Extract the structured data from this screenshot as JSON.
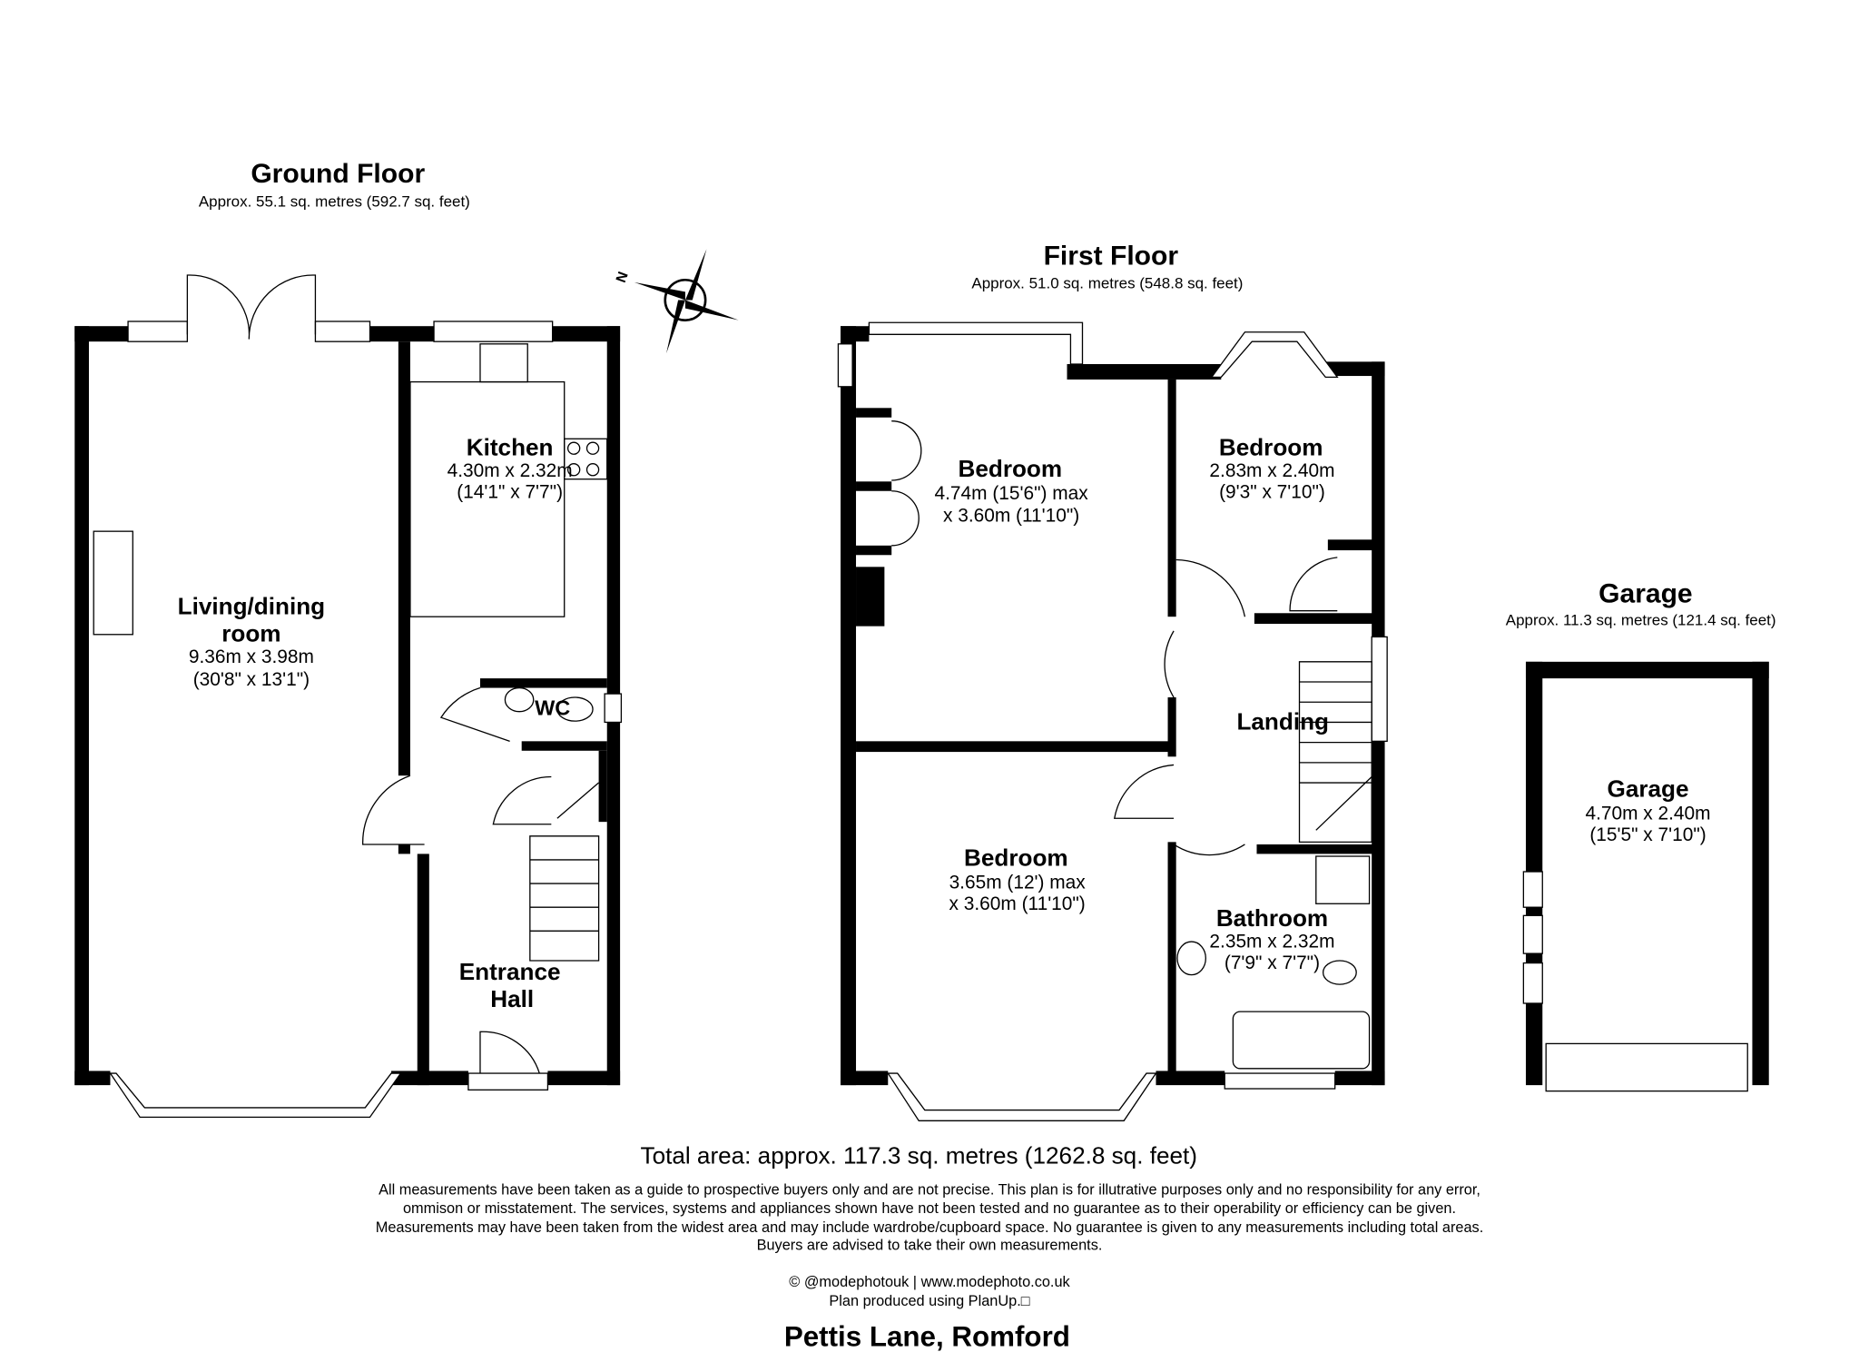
{
  "ground_floor": {
    "title": "Ground Floor",
    "area": "Approx. 55.1 sq. metres (592.7 sq. feet)",
    "rooms": [
      {
        "name": "Kitchen",
        "dim1": "4.30m x 2.32m",
        "dim2": "(14'1\" x 7'7\")"
      },
      {
        "name1": "Living/dining",
        "name2": "room",
        "dim1": "9.36m x 3.98m",
        "dim2": "(30'8\" x 13'1\")"
      },
      {
        "name": "WC"
      },
      {
        "name1": "Entrance",
        "name2": "Hall"
      }
    ]
  },
  "compass": {
    "label": "N",
    "icon": "compass-icon"
  },
  "first_floor": {
    "title": "First Floor",
    "area": "Approx. 51.0 sq. metres (548.8 sq. feet)",
    "rooms": [
      {
        "name": "Bedroom",
        "dim1": "4.74m (15'6\") max",
        "dim2": "x 3.60m (11'10\")"
      },
      {
        "name": "Bedroom",
        "dim1": "2.83m x 2.40m",
        "dim2": "(9'3\" x 7'10\")"
      },
      {
        "name": "Landing"
      },
      {
        "name": "Bedroom",
        "dim1": "3.65m (12') max",
        "dim2": "x 3.60m (11'10\")"
      },
      {
        "name": "Bathroom",
        "dim1": "2.35m x 2.32m",
        "dim2": "(7'9\" x 7'7\")"
      }
    ]
  },
  "garage": {
    "title": "Garage",
    "area": "Approx. 11.3 sq. metres (121.4 sq. feet)",
    "room": {
      "name": "Garage",
      "dim1": "4.70m x 2.40m",
      "dim2": "(15'5\" x 7'10\")"
    }
  },
  "footer": {
    "total": "Total area: approx. 117.3 sq. metres (1262.8 sq. feet)",
    "disclaimer": [
      "All measurements have been taken as a guide to prospective buyers only and are not precise. This plan is for illutrative purposes only and no responsibility for any error,",
      "ommison or misstatement. The services, systems and appliances shown have not been tested and no guarantee as to their operability or efficiency can be given.",
      "Measurements may have been taken from the widest area and may include wardrobe/cupboard space. No guarantee is given to any measurements including total areas.",
      "Buyers are advised to take their own measurements."
    ],
    "credit": "© @modephotouk | www.modephoto.co.uk",
    "produced": "Plan produced using PlanUp.□",
    "address": "Pettis Lane, Romford"
  }
}
